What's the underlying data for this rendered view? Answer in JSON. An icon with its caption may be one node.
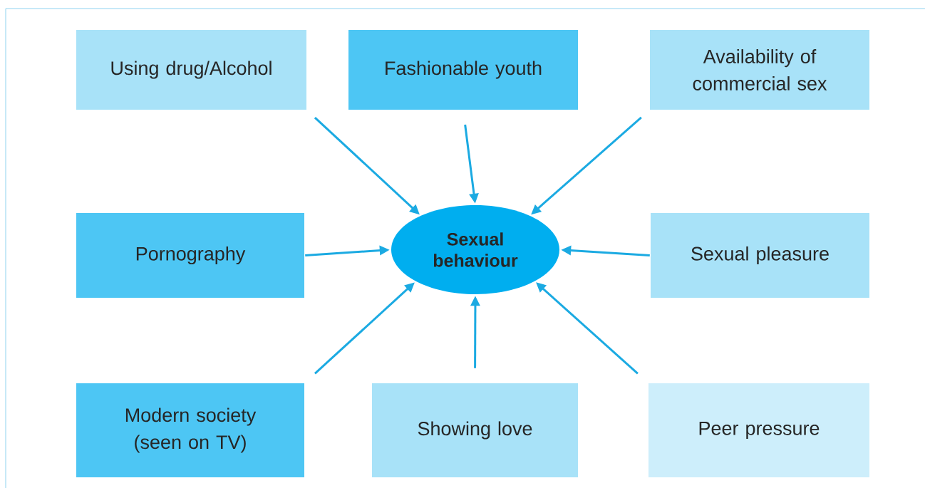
{
  "diagram": {
    "nodes": [
      {
        "text": [
          "Using drug/Alcohol"
        ]
      },
      {
        "text": [
          "Fashionable youth"
        ]
      },
      {
        "text": [
          "Availability of commercial sex"
        ]
      },
      {
        "text": [
          "Pornography"
        ]
      },
      {
        "text": [
          "Sexual behaviour"
        ]
      },
      {
        "text": [
          "Sexual pleasure"
        ]
      },
      {
        "text": [
          "Modern society (seen on TV)"
        ]
      },
      {
        "text": [
          "Showing love"
        ]
      },
      {
        "text": [
          "Peer pressure"
        ]
      }
    ],
    "edges": [
      {
        "from": 0,
        "to": 4,
        "arrow": "to"
      },
      {
        "from": 1,
        "to": 4,
        "arrow": "to"
      },
      {
        "from": 2,
        "to": 4,
        "arrow": "to"
      },
      {
        "from": 3,
        "to": 4,
        "arrow": "to"
      },
      {
        "from": 5,
        "to": 4,
        "arrow": "to"
      },
      {
        "from": 6,
        "to": 4,
        "arrow": "to"
      },
      {
        "from": 7,
        "to": 4,
        "arrow": "to"
      },
      {
        "from": 8,
        "to": 4,
        "arrow": "to"
      }
    ]
  }
}
